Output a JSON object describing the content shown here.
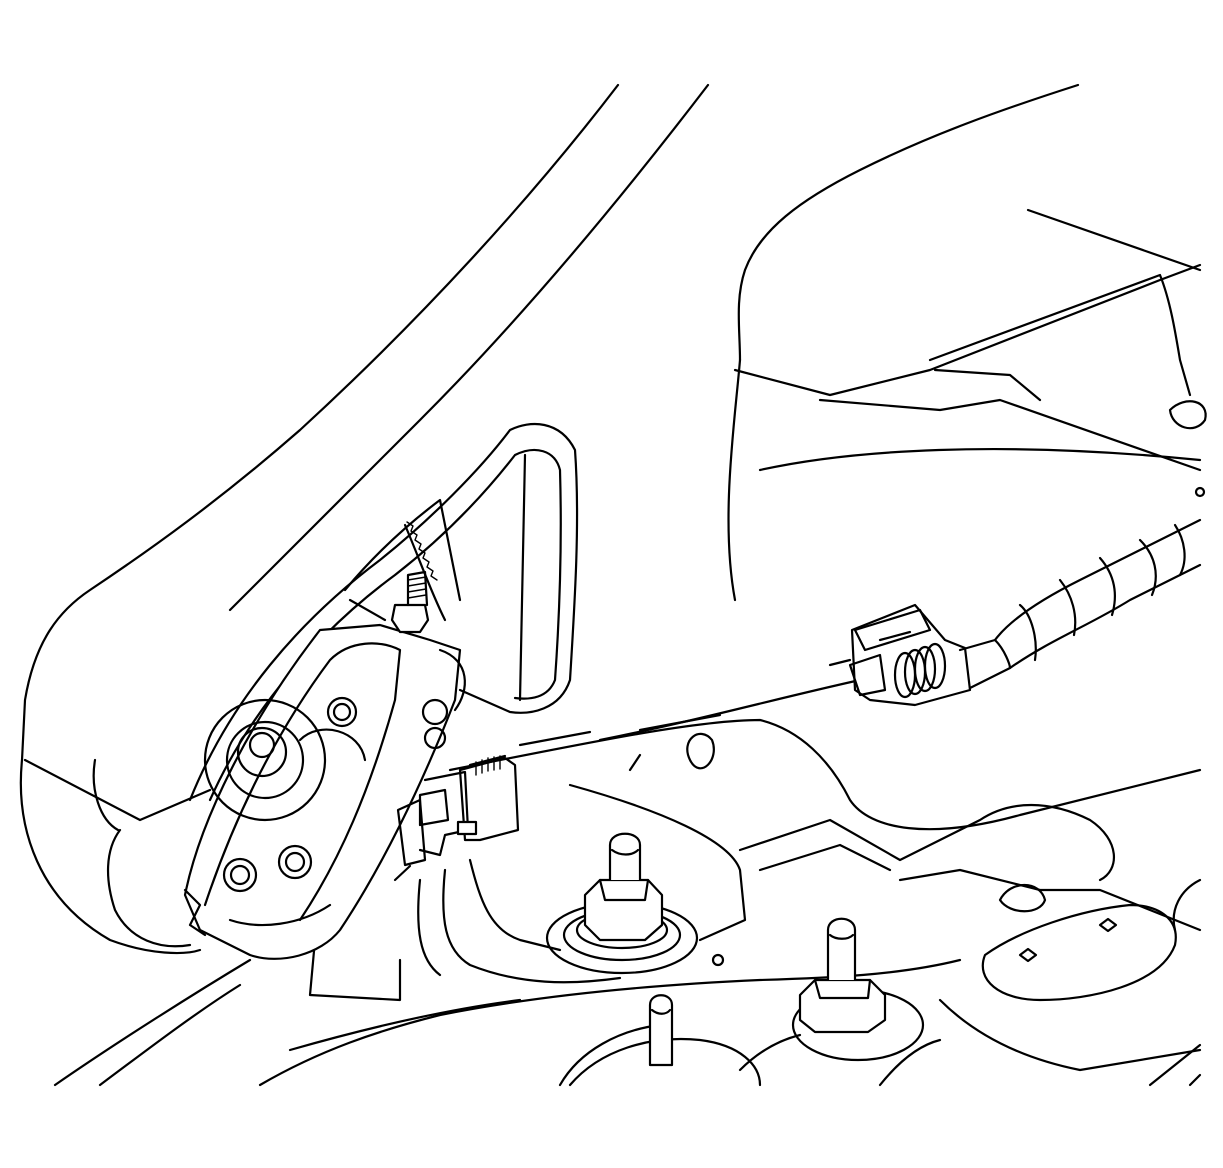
{
  "figure": {
    "caption": "",
    "labels": []
  },
  "parts": [
    "body-frame-pillar",
    "seat-track-bracket",
    "seat-adjuster-motor",
    "sector-gear",
    "electrical-connector",
    "wiring-harness-connector",
    "wiring-harness",
    "mounting-studs",
    "floor-pan"
  ],
  "colors": {
    "line": "#000000",
    "background": "#ffffff"
  }
}
